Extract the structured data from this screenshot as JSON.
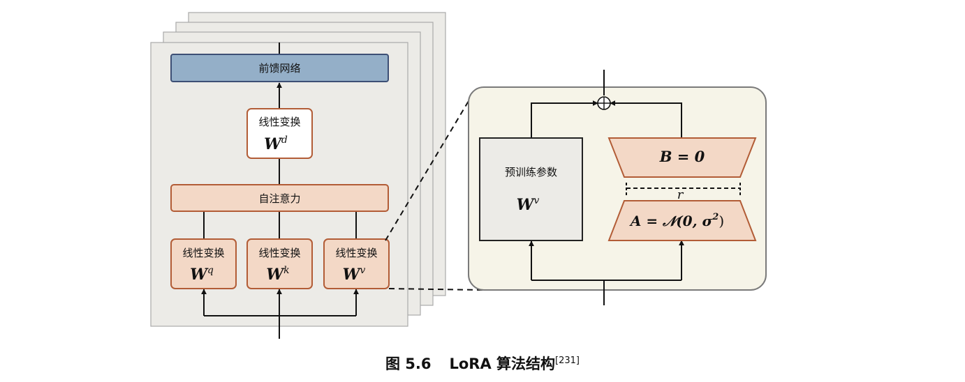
{
  "left": {
    "ffn_label": "前馈网络",
    "linear_label": "线性变换",
    "attention_label": "自注意力",
    "wd_base": "W",
    "wd_sup": "d",
    "wq_base": "W",
    "wq_sup": "q",
    "wk_base": "W",
    "wk_sup": "k",
    "wv_base": "W",
    "wv_sup": "v"
  },
  "right": {
    "pretrained_label": "预训练参数",
    "pre_w_base": "W",
    "pre_w_sup": "v",
    "b_math": "B = 0",
    "a_math": "A = 𝒩(0, σ",
    "a_sup": "2",
    "a_close": ")",
    "rank": "r",
    "plus": "+"
  },
  "caption": {
    "figure_no": "图 5.6",
    "title": "LoRA 算法结构",
    "ref": "[231]"
  },
  "colors": {
    "panel_bg": "#ecebe7",
    "panel_border": "#a9a9a9",
    "ffn_fill": "#94afc8",
    "ffn_border": "#3d4f75",
    "orange_fill": "#f3d8c6",
    "orange_border": "#b25c36",
    "zoom_bg": "#f6f4e8",
    "zoom_border": "#7a7a7a",
    "pre_fill": "#ecebe7"
  }
}
